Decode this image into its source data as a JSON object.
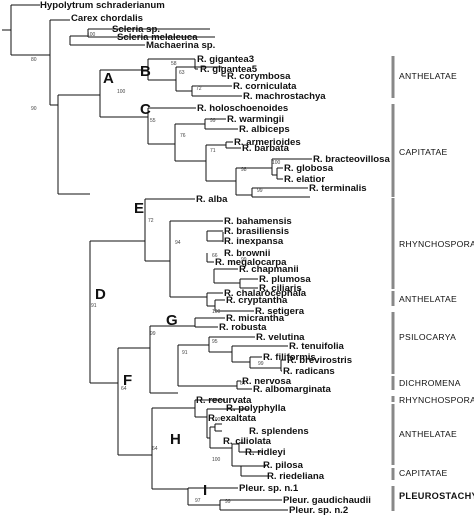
{
  "taxa": [
    "Hypolytrum schraderianum",
    "Carex chordalis",
    "Scleria sp.",
    "Scleria melaleuca",
    "Machaerina sp.",
    "R. gigantea3",
    "R. gigantea5",
    "R. corymbosa",
    "R. corniculata",
    "R. machrostachya",
    "R. holoschoenoides",
    "R. warmingii",
    "R. albiceps",
    "R. armerioides",
    "R. barbata",
    "R. bracteovillosa",
    "R. globosa",
    "R. elatior",
    "R. terminalis",
    "R. alba",
    "R. bahamensis",
    "R. brasiliensis",
    "R. inexpansa",
    "R. brownii",
    "R. megalocarpa",
    "R. chapmanii",
    "R. plumosa",
    "R. ciliaris",
    "R. chalarocephala",
    "R. cryptantha",
    "R. setigera",
    "R. micrantha",
    "R. robusta",
    "R. velutina",
    "R. tenuifolia",
    "R. filiformis",
    "R. brevirostris",
    "R. radicans",
    "R. nervosa",
    "R. albomarginata",
    "R. recurvata",
    "R. polyphylla",
    "R. exaltata",
    "R. splendens",
    "R. ciliolata",
    "R. ridleyi",
    "R. pilosa",
    "R. riedeliana",
    "Pleur. sp. n.1",
    "Pleur. gaudichaudii",
    "Pleur. sp. n.2"
  ],
  "clade_labels": [
    "A",
    "B",
    "C",
    "D",
    "E",
    "F",
    "G",
    "H",
    "I"
  ],
  "support_values": [
    "100",
    "80",
    "90",
    "100",
    "58",
    "63",
    "72",
    "55",
    "76",
    "99",
    "71",
    "98",
    "100",
    "99",
    "72",
    "94",
    "66",
    "99",
    "91",
    "99",
    "100",
    "91",
    "95",
    "99",
    "64",
    "64",
    "97",
    "100",
    "64",
    "100",
    "97",
    "99"
  ],
  "sections": [
    {
      "label": "ANTHELATAE",
      "bold": false
    },
    {
      "label": "CAPITATAE",
      "bold": false
    },
    {
      "label": "RHYNCHOSPORA",
      "bold": false
    },
    {
      "label": "ANTHELATAE",
      "bold": false
    },
    {
      "label": "PSILOCARYA",
      "bold": false
    },
    {
      "label": "DICHROMENA",
      "bold": false
    },
    {
      "label": "RHYNCHOSPORA",
      "bold": false
    },
    {
      "label": "ANTHELATAE",
      "bold": false
    },
    {
      "label": "CAPITATAE",
      "bold": false
    },
    {
      "label": "PLEUROSTACHYS",
      "bold": true
    }
  ]
}
